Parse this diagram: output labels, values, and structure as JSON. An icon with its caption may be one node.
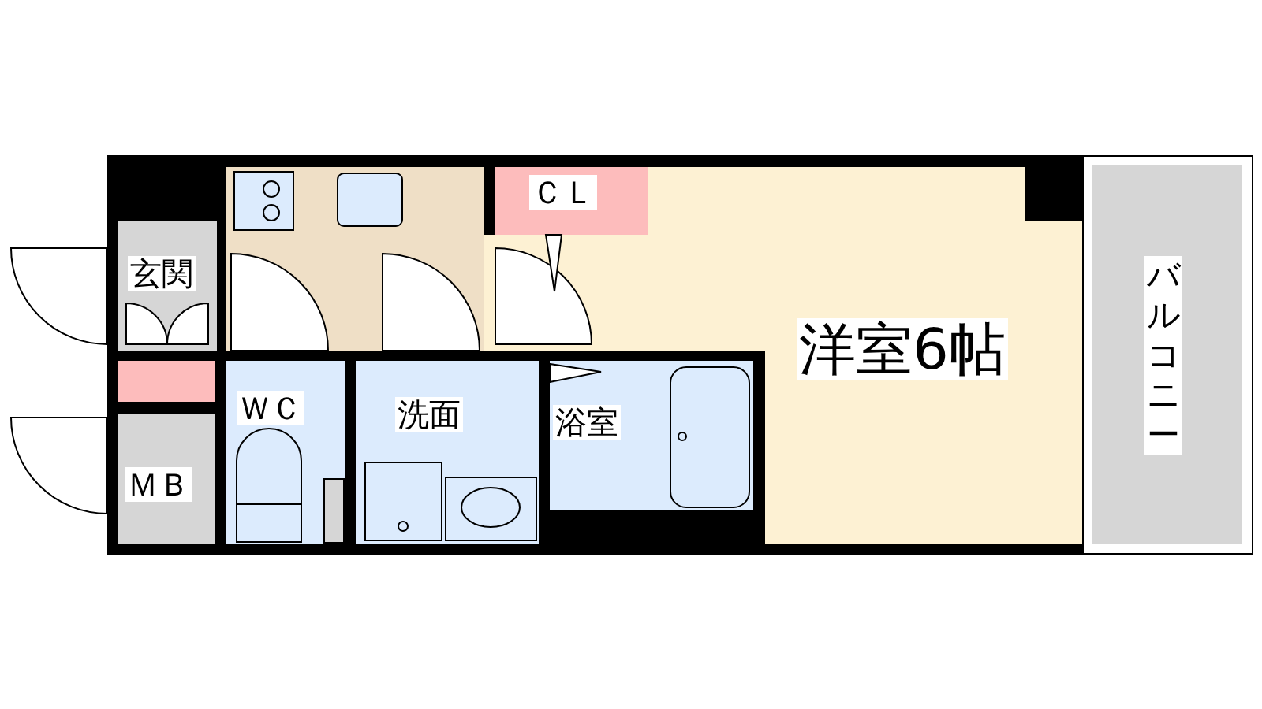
{
  "diagram": {
    "nodes": [
      {
        "text": [
          "玄関"
        ]
      },
      {
        "text": [
          "ＭＢ"
        ]
      },
      {
        "text": [
          "ＷＣ"
        ]
      },
      {
        "text": [
          "洗面"
        ]
      },
      {
        "text": [
          "浴室"
        ]
      },
      {
        "text": [
          "ＣＬ"
        ]
      },
      {
        "text": [
          "洋室6帖"
        ]
      },
      {
        "text": [
          "バルコニー"
        ]
      }
    ]
  }
}
